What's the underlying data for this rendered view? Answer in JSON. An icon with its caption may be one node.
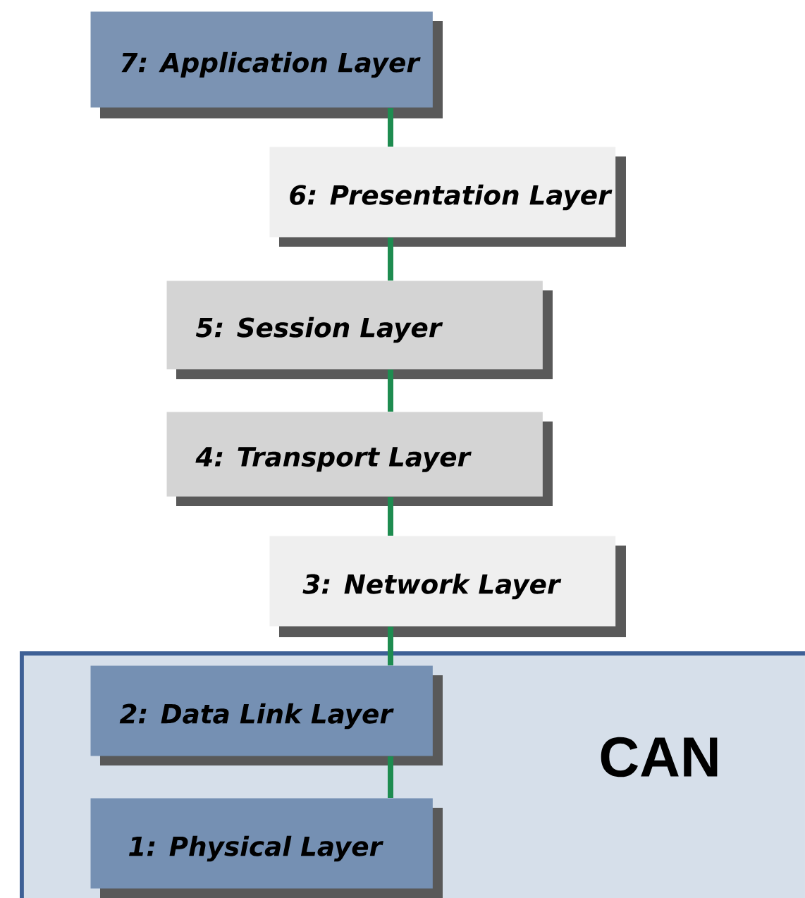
{
  "diagram": {
    "nodes": [
      {
        "text": [
          "7: Application Layer"
        ]
      },
      {
        "text": [
          "6: Presentation Layer"
        ]
      },
      {
        "text": [
          "5: Session Layer"
        ]
      },
      {
        "text": [
          "4: Transport Layer"
        ]
      },
      {
        "text": [
          "3: Network Layer"
        ]
      },
      {
        "text": [
          "CAN"
        ]
      },
      {
        "text": [
          "2: Data Link Layer"
        ],
        "in": 5
      },
      {
        "text": [
          "1: Physical Layer"
        ],
        "in": 5
      }
    ],
    "edges": [
      {
        "from": 0,
        "to": 1,
        "arrow": "none"
      },
      {
        "from": 1,
        "to": 2,
        "arrow": "none"
      },
      {
        "from": 2,
        "to": 3,
        "arrow": "none"
      },
      {
        "from": 3,
        "to": 4,
        "arrow": "none"
      },
      {
        "from": 4,
        "to": 6,
        "arrow": "none"
      },
      {
        "from": 6,
        "to": 7,
        "arrow": "none"
      }
    ]
  }
}
